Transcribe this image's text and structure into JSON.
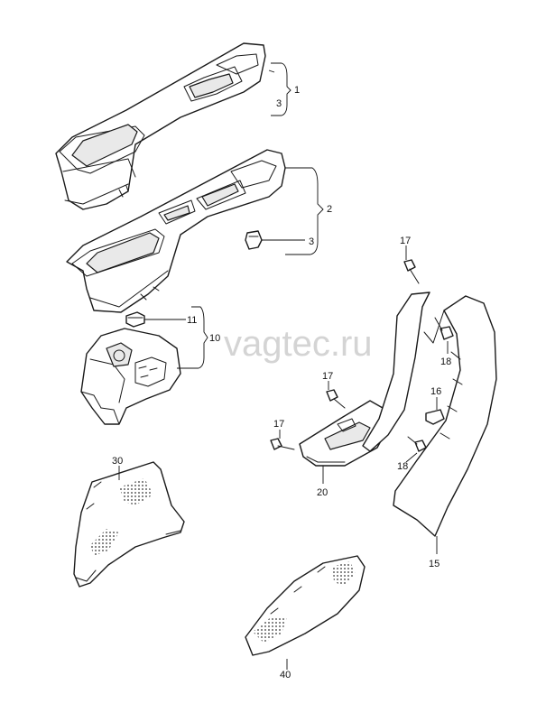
{
  "watermark": "vagtec.ru",
  "callouts": {
    "c1": "1",
    "c2": "2",
    "c3a": "3",
    "c3b": "3",
    "c10": "10",
    "c11": "11",
    "c15": "15",
    "c16": "16",
    "c17a": "17",
    "c17b": "17",
    "c17c": "17",
    "c18a": "18",
    "c18b": "18",
    "c20": "20",
    "c30": "30",
    "c40": "40"
  }
}
